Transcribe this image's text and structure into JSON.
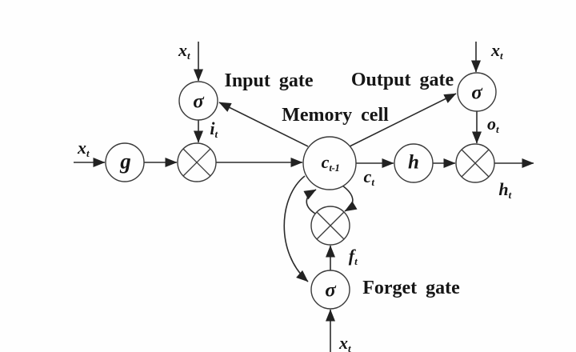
{
  "figure": {
    "type": "lstm-cell-diagram",
    "background": "#fefefe",
    "ink_color": "#2b2b2b",
    "text_color": "#161616"
  },
  "gate_labels": {
    "input_gate": "Input gate",
    "output_gate": "Output gate",
    "memory_cell": "Memory cell",
    "forget_gate": "Forget gate"
  },
  "nodes": {
    "input_activation": "g",
    "output_activation": "h",
    "input_gate_sigma": "σ",
    "output_gate_sigma": "σ",
    "forget_gate_sigma": "σ",
    "memory_cell": {
      "base": "c",
      "sub": "t-1"
    }
  },
  "signals": {
    "x_input_top": {
      "base": "x",
      "sub": "t"
    },
    "x_input_left": {
      "base": "x",
      "sub": "t"
    },
    "x_input_right": {
      "base": "x",
      "sub": "t"
    },
    "x_input_bottom": {
      "base": "x",
      "sub": "t"
    },
    "input_gate_out": {
      "base": "i",
      "sub": "t"
    },
    "output_gate_out": {
      "base": "o",
      "sub": "t"
    },
    "forget_gate_out": {
      "base": "f",
      "sub": "t"
    },
    "cell_out": {
      "base": "c",
      "sub": "t"
    },
    "hidden_out": {
      "base": "h",
      "sub": "t"
    }
  }
}
